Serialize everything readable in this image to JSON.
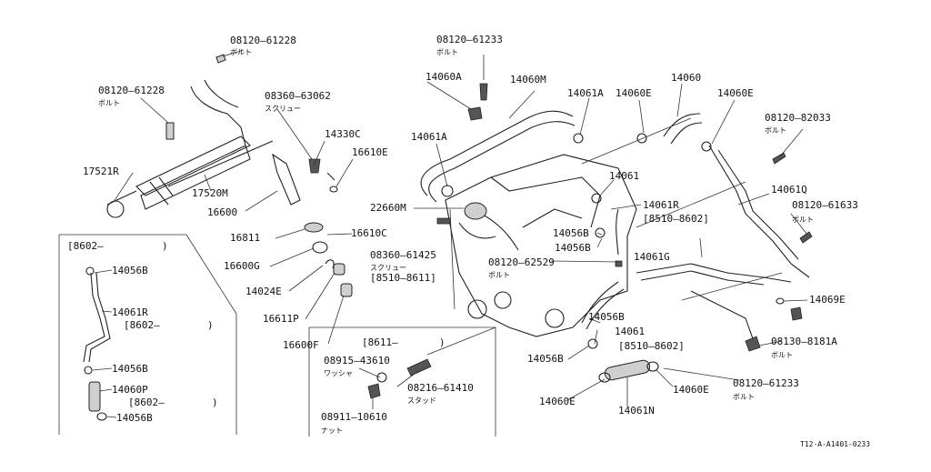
{
  "diagram": {
    "labels": [
      "08120–61228",
      "ボルト",
      "08120–61228",
      "ボルト",
      "17521R",
      "17520M",
      "16600",
      "08360–63062",
      "スクリュー",
      "14330C",
      "16610E",
      "16811",
      "16610C",
      "16600G",
      "14024E",
      "16611P",
      "16600F",
      "08120–61233",
      "ボルト",
      "14060A",
      "14060M",
      "14061A",
      "14061A",
      "14060E",
      "14060",
      "14060E",
      "08120–82033",
      "ボルト",
      "22660M",
      "14061",
      "14061R",
      "[8510–8602]",
      "14061Q",
      "08120–61633",
      "ボルト",
      "14056B",
      "14056B",
      "08360–61425",
      "スクリュー",
      "[8510–8611]",
      "08120–62529",
      "ボルト",
      "14061G",
      "14069E",
      "14056B",
      "14061",
      "[8510–8602]",
      "08130–8181A",
      "ボルト",
      "14056B",
      "08120–61233",
      "ボルト",
      "14060E",
      "14061N",
      "14060E",
      "[8611–",
      ")",
      "08915–43610",
      "ワッシャ",
      "08216–61410",
      "スタッド",
      "08911–10610",
      "ナット",
      "[8602–",
      ")",
      "14056B",
      "14061R",
      "[8602–",
      ")",
      "14056B",
      "14060P",
      "[8602–",
      ")",
      "14056B"
    ],
    "footer": "T12-A-A1401-0233"
  }
}
